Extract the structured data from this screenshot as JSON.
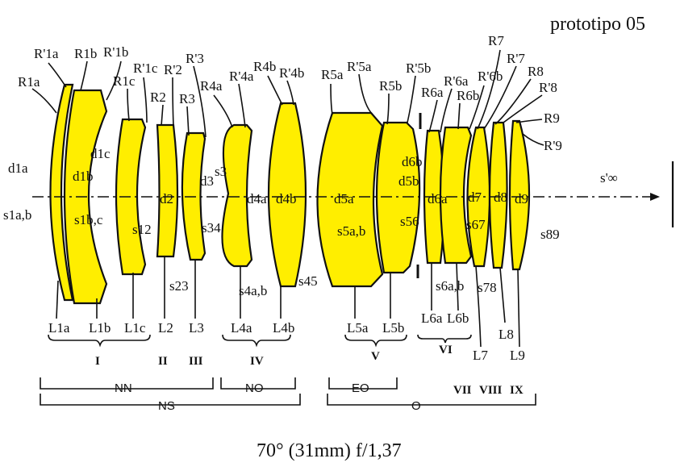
{
  "title": "prototipo 05",
  "caption": "70° (31mm) f/1,37",
  "colors": {
    "glass": "#ffee00",
    "ink": "#111111"
  },
  "top_labels": [
    "R1a",
    "R'1a",
    "R1b",
    "R'1b",
    "R1c",
    "R'1c",
    "R2",
    "R'2",
    "R3",
    "R'3",
    "R4a",
    "R'4a",
    "R4b",
    "R'4b",
    "R5a",
    "R'5a",
    "R5b",
    "R'5b",
    "R6a",
    "R'6a",
    "R6b",
    "R'6b",
    "R7",
    "R'7",
    "R8",
    "R'8",
    "R9",
    "R'9"
  ],
  "thickness_labels": [
    "d1a",
    "d1b",
    "d1c",
    "d2",
    "d3",
    "d4a",
    "d4b",
    "d5a",
    "d5b",
    "d6a",
    "d6b",
    "d7",
    "d8",
    "d9"
  ],
  "spacing_labels": [
    "s1a,b",
    "s1b,c",
    "s12",
    "s23",
    "s3",
    "s34",
    "s4a,b",
    "s45",
    "s5a,b",
    "s56",
    "s6a,b",
    "s67",
    "s78",
    "s89",
    "s'∞"
  ],
  "element_labels": [
    "L1a",
    "L1b",
    "L1c",
    "L2",
    "L3",
    "L4a",
    "L4b",
    "L5a",
    "L5b",
    "L6a",
    "L6b",
    "L7",
    "L8",
    "L9"
  ],
  "group_numerals": [
    "I",
    "II",
    "III",
    "IV",
    "V",
    "VI",
    "VII",
    "VIII",
    "IX"
  ],
  "subgroups": [
    "NN",
    "NO",
    "EO"
  ],
  "supergroups": [
    "NS",
    "O"
  ]
}
